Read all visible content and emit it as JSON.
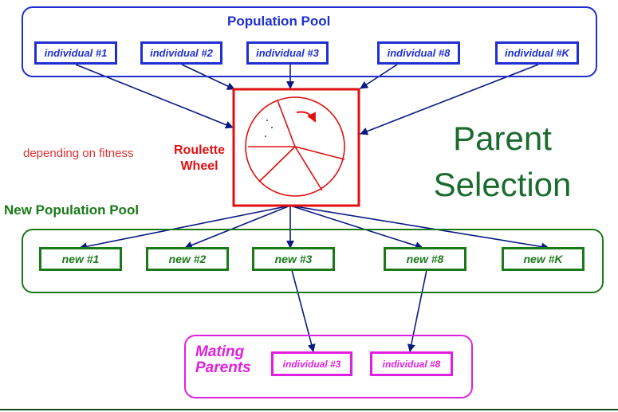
{
  "population_pool": {
    "title": "Population Pool",
    "individuals": [
      "individual #1",
      "individual #2",
      "individual #3",
      "individual #8",
      "individual #K"
    ]
  },
  "roulette": {
    "label_line1": "Roulette",
    "label_line2": "Wheel",
    "note": "depending on fitness"
  },
  "selection_title": {
    "line1": "Parent",
    "line2": "Selection"
  },
  "new_population_pool": {
    "title": "New Population Pool",
    "items": [
      "new #1",
      "new #2",
      "new #3",
      "new #8",
      "new #K"
    ]
  },
  "mating_parents": {
    "title_line1": "Mating",
    "title_line2": "Parents",
    "individuals": [
      "individual #3",
      "individual #8"
    ]
  },
  "colors": {
    "population": "#1f2fd0",
    "new_population": "#1a7a1a",
    "mating": "#e020e0",
    "roulette": "#e01010",
    "arrows": "#0a1a80",
    "title": "#1a6b30"
  }
}
